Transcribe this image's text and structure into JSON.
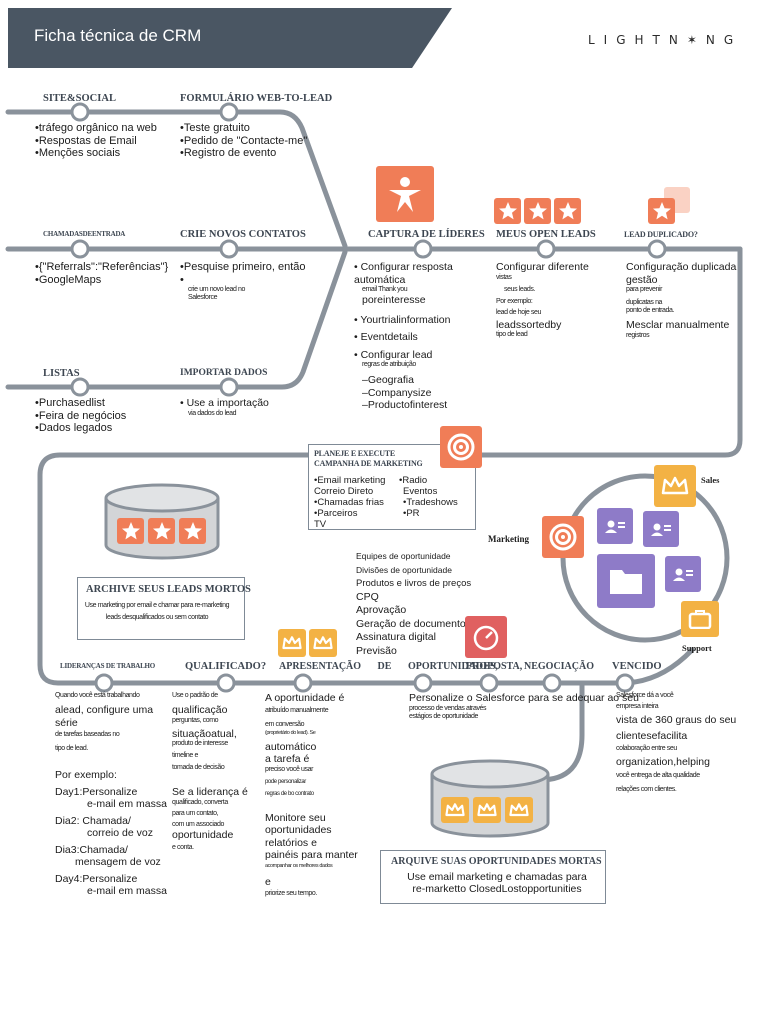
{
  "header": {
    "title": "Ficha técnica de CRM",
    "logo_text": "LIGHTN✶NG"
  },
  "colors": {
    "track": "#8a929b",
    "orange": "#f07d57",
    "amber": "#f3b244",
    "purple": "#8e7bc8",
    "header": "#4a5663"
  },
  "stops": {
    "site_social": {
      "title": "SITE&SOCIAL",
      "items": [
        "tráfego orgânico na web",
        "Respostas de Email",
        "Menções sociais"
      ]
    },
    "formulario": {
      "title": "FORMULÁRIO WEB-TO-LEAD",
      "items": [
        "Teste gratuito",
        "Pedido de \"Contacte-me\"",
        "Registro de evento"
      ]
    },
    "chamadas": {
      "title": "CHAMADASDEENTRADA",
      "items": [
        "{\"Referrals\":\"Referências\"}",
        "GoogleMaps"
      ]
    },
    "crie": {
      "title": "CRIE NOVOS CONTATOS",
      "item": "Pesquise primeiro, então",
      "tiny": "crie um novo lead no Salesforce"
    },
    "listas": {
      "title": "LISTAS",
      "items": [
        "Purchasedlist",
        "Feira de negócios",
        "Dados legados"
      ]
    },
    "importar": {
      "title": "IMPORTAR DADOS",
      "item": "Use a importação",
      "tiny": "via dados do lead"
    },
    "captura": {
      "title": "CAPTURA DE LÍDERES",
      "item1": "Configurar resposta automática",
      "tiny1": "email Thank you",
      "item1b": "poreinteresse",
      "item2": "Yourtrialinformation",
      "item3": "Eventdetails",
      "item4": "Configurar lead",
      "tiny4": "regras de atribuição",
      "sub": [
        "–Geografia",
        "–Companysize",
        "–Productofinterest"
      ]
    },
    "meus_open": {
      "title": "MEUS OPEN LEADS",
      "line1": "Configurar diferente",
      "tiny1": "vistas",
      "tiny2": "seus leads.",
      "tiny3": "Por exemplo:",
      "tiny4": "lead de hoje seu",
      "line2": "leadssortedby",
      "tiny5": "tipo de lead"
    },
    "duplicado": {
      "title": "LEAD DUPLICADO?",
      "line1": "Configuração duplicada",
      "line2": "gestão",
      "tiny1": "para prevenir",
      "tiny2": "duplicatas na",
      "tiny3": "ponto de entrada.",
      "line3": "Mesclar manualmente",
      "tiny4": "registros"
    },
    "campanha": {
      "title1": "PLANEJE E EXECUTE",
      "title2": "CAMPANHA DE MARKETING",
      "col1": [
        "Email marketing",
        "Correio Direto",
        "Chamadas frias",
        "Parceiros",
        "TV"
      ],
      "col2": [
        "Radio",
        "Eventos",
        "Tradeshows",
        "PR"
      ]
    },
    "archive_leads": {
      "title": "ARCHIVE SEUS LEADS MORTOS",
      "tiny": "Use marketing por email e chamar para re-marketing leads desqualificados ou sem contato"
    },
    "opp_tools": [
      "Equipes de oportunidade",
      "Divisões de oportunidade",
      "Produtos e livros de preços",
      "CPQ",
      "Aprovação",
      "Geração de documentos",
      "Assinatura digital",
      "Previsão"
    ],
    "bottom_titles": {
      "liderancas": "LIDERANÇAS DE TRABALHO",
      "qualificado": "QUALIFICADO?",
      "apresentacao": "APRESENTAÇÃO DE OPORTUNIDADES,",
      "proposta": "PROPOSTA,",
      "negociacao": "NEGOCIAÇÃO",
      "vencido": "VENCIDO"
    },
    "trabalho": {
      "tiny1": "Quando você está trabalhando",
      "line1": "alead, configure uma série",
      "tiny2": "de tarefas baseadas no",
      "tiny3": "tipo de lead.",
      "exemplo": "Por exemplo:",
      "days": [
        "Day1:Personalize",
        "e-mail em massa",
        "Dia2: Chamada/",
        "correio de voz",
        "Dia3:Chamada/",
        "mensagem de voz",
        "Day4:Personalize",
        "e-mail em massa"
      ]
    },
    "qualificado": {
      "tiny1": "Use o padrão de",
      "line1": "qualificação",
      "tiny2": "perguntas, como",
      "line2": "situaçãoatual,",
      "tiny3": "produto de interesse",
      "tiny4": "timeline e",
      "tiny5": "tomada de decisão",
      "line3": "Se a liderança é",
      "tiny6": "qualificado, converta",
      "tiny7": "para um contato,",
      "tiny8": "com um associado",
      "line4": "oportunidade",
      "tiny9": "e conta."
    },
    "apresentacao": {
      "line1": "A oportunidade é",
      "tiny1": "atribuído manualmente",
      "tiny2": "em conversão",
      "tiny3": "(proprietário do lead). Se",
      "line2": "automático",
      "line3": "a tarefa é",
      "tiny4": "preciso você usar",
      "tiny5": "pode personalizar",
      "tiny6": "regras de bo contrato",
      "line4": "Monitore seu",
      "line5": "oportunidades",
      "line6": "relatórios e",
      "line7": "painéis para manter",
      "tiny7": "acompanhar os melhores dados",
      "line8": "e",
      "tiny8": "priorize seu tempo."
    },
    "negociacao": {
      "line1": "Personalize o Salesforce para se adequar ao seu",
      "tiny1": "processo de vendas através",
      "tiny2": "estágios de oportunidade"
    },
    "vencido": {
      "tiny1": "Salesforce dá a você",
      "tiny2": "empresa inteira",
      "line1": "vista de 360 graus do seu",
      "line2": "clientesefacilita",
      "tiny3": "colaboração entre seu",
      "line3": "organization,helping",
      "tiny4": "você entrega de alta qualidade",
      "tiny5": "relações com clientes."
    },
    "archive_opps": {
      "title": "ARQUIVE SUAS OPORTUNIDADES MORTAS",
      "line1": "Use email marketing e chamadas para",
      "line2": "re-marketto ClosedLostopportunities"
    },
    "hub": {
      "sales": "Sales",
      "marketing": "Marketing",
      "support": "Support"
    }
  }
}
